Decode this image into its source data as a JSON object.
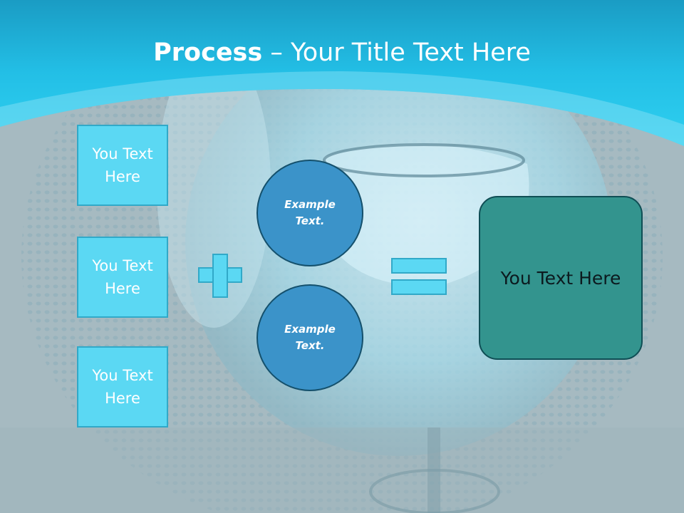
{
  "slide": {
    "title_bold": "Process",
    "title_rest": " – Your Title Text Here",
    "inputs": [
      "You Text Here",
      "You Text Here",
      "You Text Here"
    ],
    "circles": [
      "Example Text.",
      "Example Text."
    ],
    "result": "You Text Here"
  },
  "colors": {
    "header": "#2cc6ea",
    "box": "#5bd8f3",
    "circle": "#3b93c9",
    "result": "#33948e"
  },
  "icons": [
    "plus-icon",
    "equals-icon"
  ]
}
